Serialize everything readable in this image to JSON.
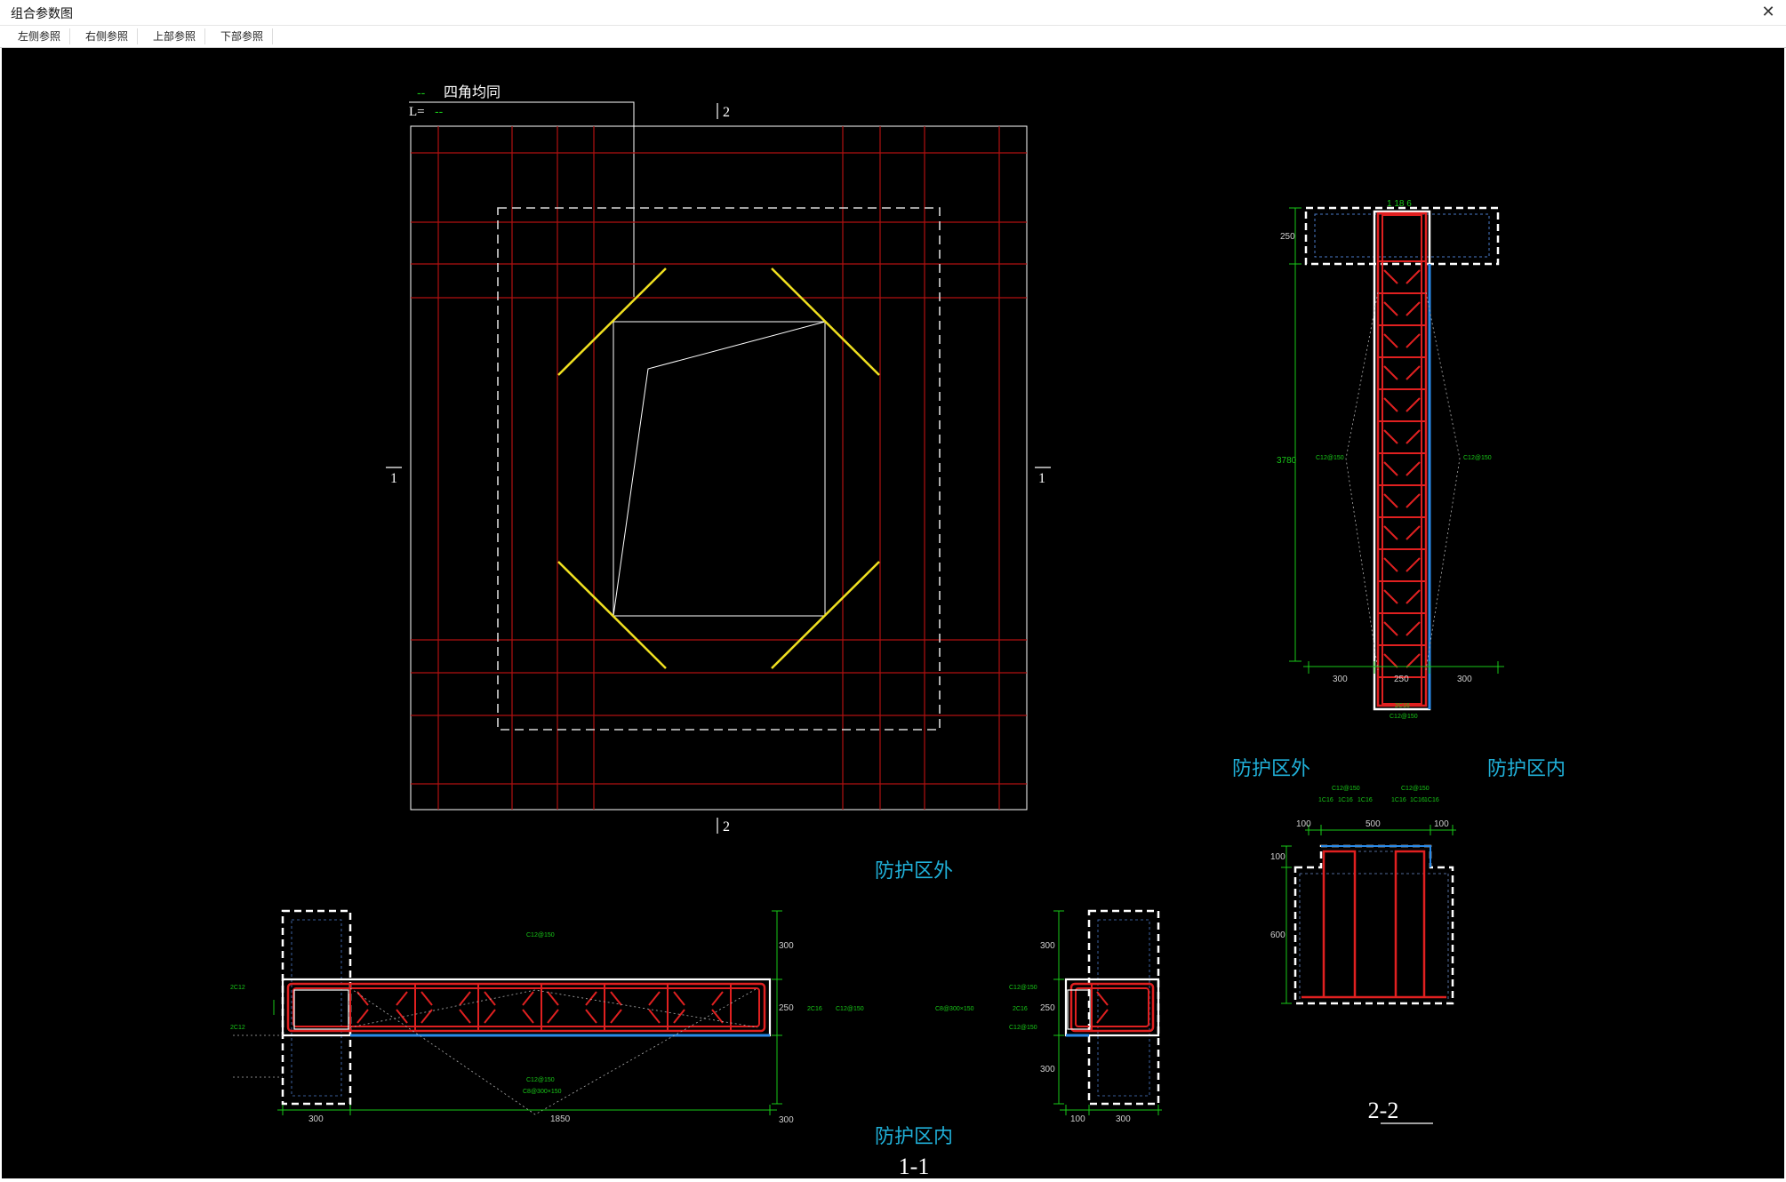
{
  "window": {
    "title": "组合参数图",
    "close_icon": "close-icon"
  },
  "toolbar": {
    "items": [
      "左侧参照",
      "右侧参照",
      "上部参照",
      "下部参照"
    ]
  },
  "plan": {
    "note_line1": "-- 四角均同",
    "note_line2_prefix": "L=",
    "note_line2_value": "--",
    "section_mark_2": "2",
    "section_mark_1": "1"
  },
  "right_elevation": {
    "top_label": "1 18 6",
    "dim_top": "250",
    "dim_height": "3780",
    "rebar_left": "C12@150",
    "rebar_right": "C12@150",
    "dim_bottom_left": "300",
    "dim_bottom_mid": "250",
    "dim_bottom_right": "300",
    "bottom_note1": "2C16",
    "bottom_note2": "C12@150"
  },
  "section_22": {
    "label_outside": "防护区外",
    "label_inside": "防护区内",
    "top_notes": [
      "C12@150",
      "C12@150"
    ],
    "bar_notes": [
      "1C16",
      "1C16",
      "1C16",
      "1C16",
      "1C16",
      "1C16"
    ],
    "dim_left": "100",
    "dim_mid": "500",
    "dim_right": "100",
    "dim_v1": "100",
    "dim_v2": "600",
    "title": "2-2"
  },
  "section_11": {
    "label_outside": "防护区外",
    "label_inside": "防护区内",
    "title": "1-1",
    "top_note": "C12@150",
    "bottom_note1": "C12@150",
    "bottom_note2": "C8@300×150",
    "left_note1": "2C12",
    "left_note2": "2C12",
    "right_note": "C12@150",
    "right_note_bar": "2C16",
    "dim_v_top": "300",
    "dim_v_mid": "250",
    "dim_v_bot": "300",
    "dim_h_left": "300",
    "dim_h_main": "1850"
  },
  "section_11b": {
    "left_note1": "C12@150",
    "left_note_mid": "C8@300×150",
    "left_note_bar": "2C16",
    "left_note2": "C12@150",
    "dim_v_top": "300",
    "dim_v_mid": "250",
    "dim_v_bot": "300",
    "dim_h1": "100",
    "dim_h2": "300"
  },
  "colors": {
    "background": "#000000",
    "rebar": "#e02020",
    "grid": "#b01010",
    "dims": "#18c818",
    "label": "#20b0d8",
    "yellow": "#f0e020",
    "outline": "#ffffff",
    "blue_edge": "#2a8ae8"
  }
}
